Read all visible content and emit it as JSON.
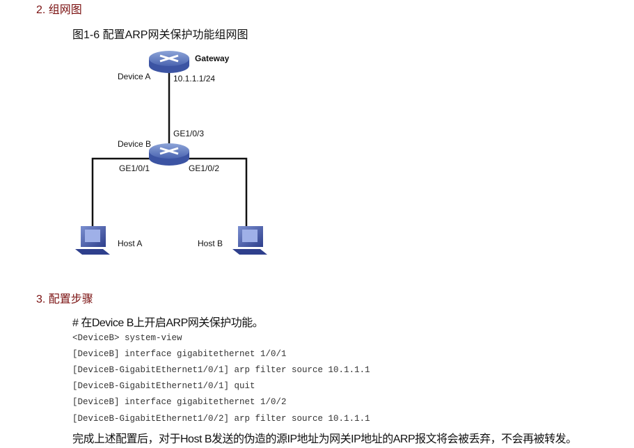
{
  "section2": "2. 组网图",
  "figure_caption": "图1-6 配置ARP网关保护功能组网图",
  "diagram": {
    "gateway": "Gateway",
    "device_a": "Device A",
    "ip": "10.1.1.1/24",
    "ge3": "GE1/0/3",
    "device_b": "Device B",
    "ge1": "GE1/0/1",
    "ge2": "GE1/0/2",
    "host_a": "Host A",
    "host_b": "Host B"
  },
  "section3": "3. 配置步骤",
  "step_comment": "# 在Device B上开启ARP网关保护功能。",
  "code_lines": [
    "<DeviceB> system-view",
    "[DeviceB] interface gigabitethernet 1/0/1",
    "[DeviceB-GigabitEthernet1/0/1] arp filter source 10.1.1.1",
    "[DeviceB-GigabitEthernet1/0/1] quit",
    "[DeviceB] interface gigabitethernet 1/0/2",
    "[DeviceB-GigabitEthernet1/0/2] arp filter source 10.1.1.1"
  ],
  "conclusion": "完成上述配置后，对于Host B发送的伪造的源IP地址为网关IP地址的ARP报文将会被丢弃，不会再被转发。"
}
